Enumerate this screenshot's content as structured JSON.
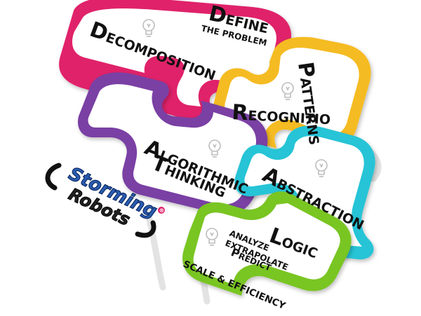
{
  "tiles": {
    "define": {
      "cap": "D",
      "rest": "EFINE",
      "sub": "THE PROBLEM",
      "color": "#e0246a"
    },
    "decomposition": {
      "cap": "D",
      "rest": "ECOMPOSITION",
      "color": "#e0246a"
    },
    "patterns": {
      "cap": "P",
      "rest": "ATTERNS",
      "color": "#f5bb22"
    },
    "recognition": {
      "cap": "R",
      "rest": "ECOGNITIO",
      "color": "#f5bb22"
    },
    "algorithmic": {
      "cap1": "A",
      "rest1": "LGORITHMIC",
      "cap2": "T",
      "rest2": "HINKING",
      "color": "#7a3fa4"
    },
    "abstraction": {
      "cap": "A",
      "rest": "BSTRACTION",
      "color": "#27c4d6"
    },
    "logic": {
      "cap": "L",
      "rest": "OGIC",
      "sub1": "ANALYZE",
      "sub2": "EXTRAPOLATE",
      "sub3_cap": "P",
      "sub3_rest": "REDICT",
      "color": "#79c524"
    },
    "scale": {
      "text": "SCALE & EFFICIENCY"
    }
  },
  "logo": {
    "line1": "Storming",
    "line2": "Robots",
    "mark": "®",
    "color1": "#2a5db0",
    "color2": "#222222",
    "accent": "#e0246a"
  },
  "icons": [
    "lightbulb-icon",
    "lightbulb-icon",
    "lightbulb-icon",
    "lightbulb-icon",
    "lightbulb-icon",
    "lightbulb-icon"
  ]
}
